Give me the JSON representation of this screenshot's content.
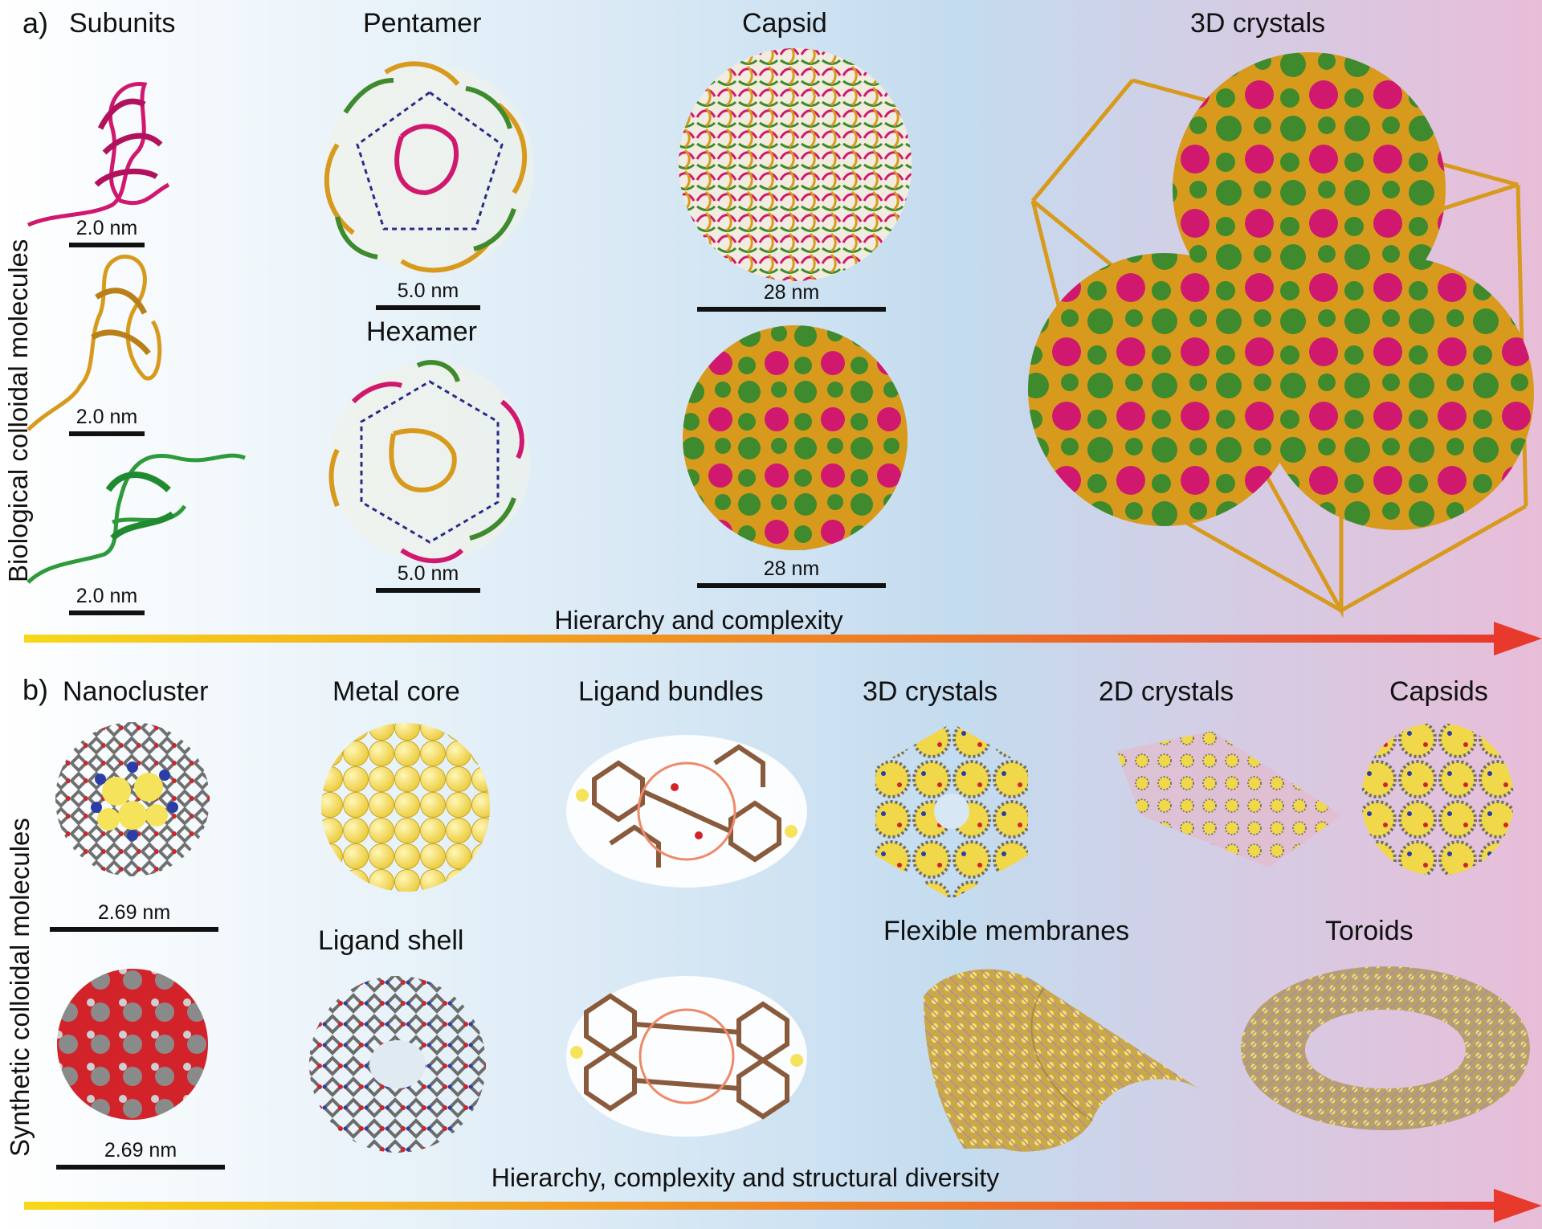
{
  "panel_a": {
    "letter": "a)",
    "side_label": "Biological colloidal molecules",
    "headers": {
      "subunits": "Subunits",
      "pentamer": "Pentamer",
      "capsid": "Capsid",
      "crystals3d": "3D crystals",
      "hexamer": "Hexamer"
    },
    "scalebars": {
      "subunit1": "2.0 nm",
      "subunit2": "2.0 nm",
      "subunit3": "2.0 nm",
      "pentamer": "5.0 nm",
      "hexamer": "5.0 nm",
      "capsid_ribbon": "28 nm",
      "capsid_surface": "28 nm"
    },
    "arrow_label": "Hierarchy and complexity"
  },
  "panel_b": {
    "letter": "b)",
    "side_label": "Synthetic colloidal molecules",
    "headers": {
      "nanocluster": "Nanocluster",
      "metal_core": "Metal core",
      "ligand_bundles": "Ligand bundles",
      "crystals3d": "3D crystals",
      "crystals2d": "2D crystals",
      "capsids": "Capsids",
      "ligand_shell": "Ligand shell",
      "flexible_membranes": "Flexible membranes",
      "toroids": "Toroids"
    },
    "scalebars": {
      "nanocluster_top": "2.69 nm",
      "nanocluster_bottom": "2.69 nm"
    },
    "arrow_label": "Hierarchy, complexity and structural diversity"
  },
  "colors": {
    "magenta": "#d0186f",
    "gold": "#d79a1d",
    "green": "#3e8a2c",
    "yellow": "#f6e35c",
    "grey": "#808080",
    "red": "#d3232a",
    "arrow_start": "#f7d81a",
    "arrow_end": "#e83a2c"
  }
}
